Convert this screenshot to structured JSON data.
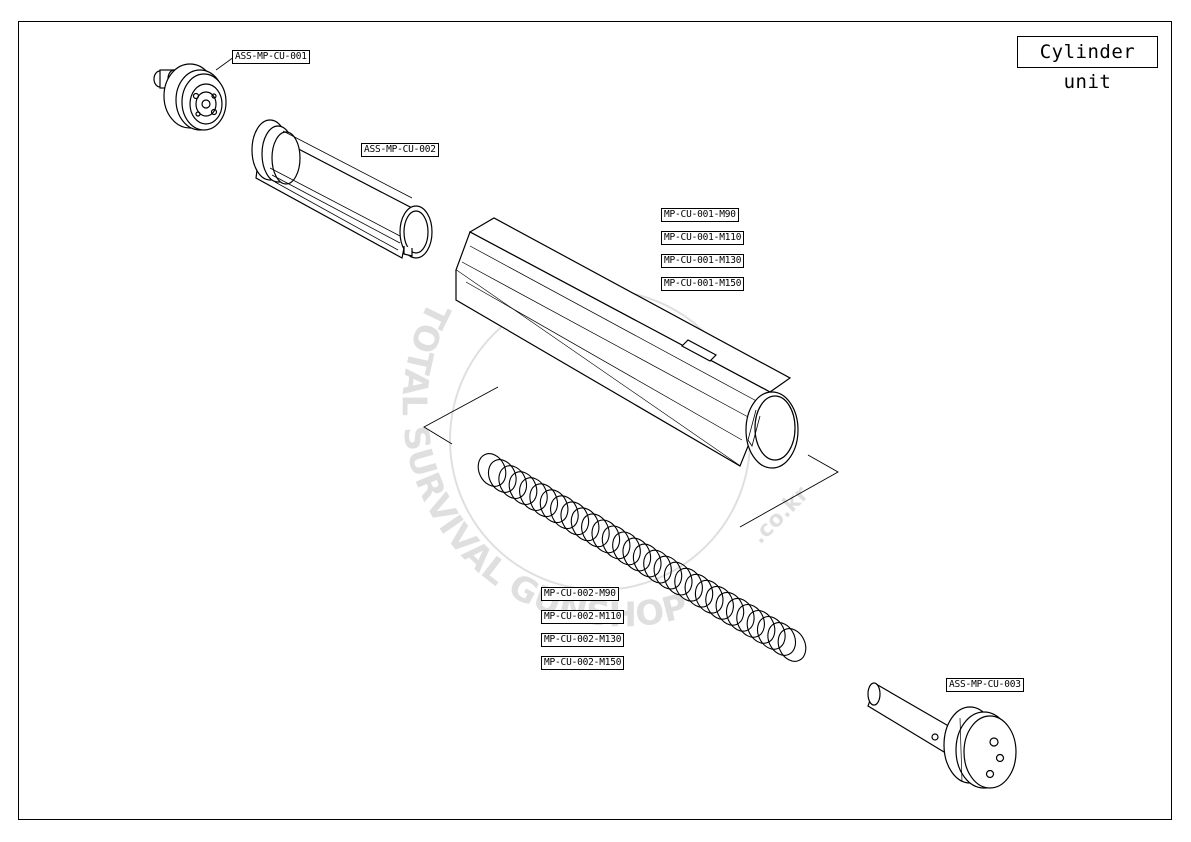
{
  "title": "Cylinder unit",
  "watermark": {
    "text": "TOTAL SURVIVAL GUNSHOP",
    "domain": ".co.kr"
  },
  "parts": {
    "cylinder_head": "ASS-MP-CU-001",
    "piston": "ASS-MP-CU-002",
    "cylinder": [
      "MP-CU-001-M90",
      "MP-CU-001-M110",
      "MP-CU-001-M130",
      "MP-CU-001-M150"
    ],
    "spring": [
      "MP-CU-002-M90",
      "MP-CU-002-M110",
      "MP-CU-002-M130",
      "MP-CU-002-M150"
    ],
    "spring_guide": "ASS-MP-CU-003"
  }
}
